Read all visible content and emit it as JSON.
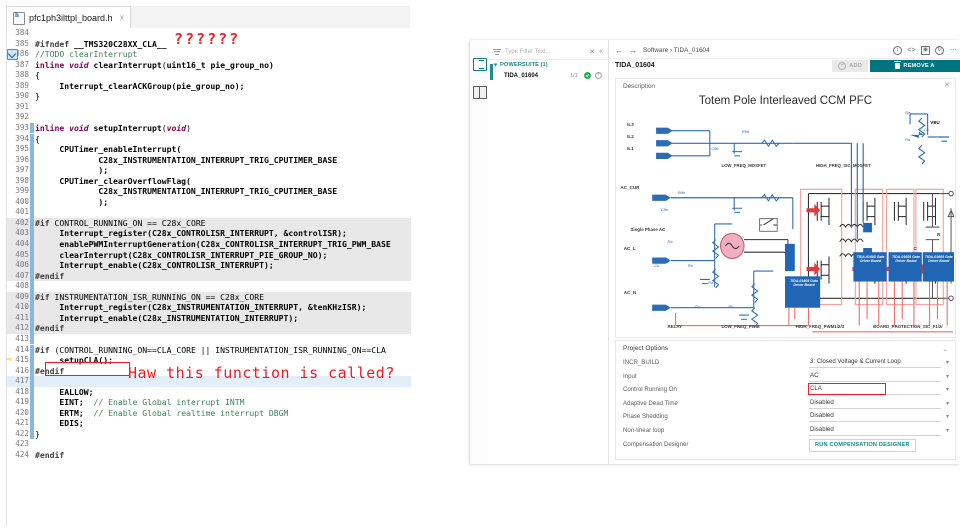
{
  "editor": {
    "tab": {
      "filename": "pfc1ph3ilttpl_board.h",
      "close_glyph": "☓",
      "icon": "h-file-icon"
    },
    "first_line_number": 384,
    "lines": [
      {
        "n": 384,
        "segs": []
      },
      {
        "n": 385,
        "segs": [
          {
            "t": "#ifndef ",
            "c": "pp"
          },
          {
            "t": "__TMS320C28XX_CLA__",
            "c": "bd"
          }
        ]
      },
      {
        "n": 386,
        "segs": [
          {
            "t": "//TODO clearInterrupt",
            "c": "cm"
          }
        ],
        "marker": "todo"
      },
      {
        "n": 387,
        "segs": [
          {
            "t": "inline ",
            "c": "kw"
          },
          {
            "t": "void ",
            "c": "tp"
          },
          {
            "t": "clearInterrupt",
            "c": "bd"
          },
          {
            "t": "(",
            "c": "plain"
          },
          {
            "t": "uint16_t",
            "c": "bd"
          },
          {
            "t": " pie_group_no)",
            "c": "bd"
          }
        ]
      },
      {
        "n": 388,
        "segs": [
          {
            "t": "{",
            "c": "plain"
          }
        ]
      },
      {
        "n": 389,
        "segs": [
          {
            "t": "     Interrupt_clearACKGroup(pie_group_no);",
            "c": "bd"
          }
        ]
      },
      {
        "n": 390,
        "segs": [
          {
            "t": "}",
            "c": "plain"
          }
        ]
      },
      {
        "n": 391,
        "segs": []
      },
      {
        "n": 392,
        "segs": []
      },
      {
        "n": 393,
        "segs": [
          {
            "t": "inline ",
            "c": "kw"
          },
          {
            "t": "void ",
            "c": "tp"
          },
          {
            "t": "setupInterrupt",
            "c": "bd"
          },
          {
            "t": "(",
            "c": "plain"
          },
          {
            "t": "void",
            "c": "tp"
          },
          {
            "t": ")",
            "c": "plain"
          }
        ],
        "bar": true
      },
      {
        "n": 394,
        "segs": [
          {
            "t": "{",
            "c": "plain"
          }
        ],
        "bar": true
      },
      {
        "n": 395,
        "segs": [
          {
            "t": "     CPUTimer_enableInterrupt(",
            "c": "bd"
          }
        ],
        "bar": true
      },
      {
        "n": 396,
        "segs": [
          {
            "t": "             C28x_INSTRUMENTATION_INTERRUPT_TRIG_CPUTIMER_BASE",
            "c": "bd"
          }
        ],
        "bar": true
      },
      {
        "n": 397,
        "segs": [
          {
            "t": "             );",
            "c": "bd"
          }
        ],
        "bar": true
      },
      {
        "n": 398,
        "segs": [
          {
            "t": "     CPUTimer_clearOverflowFlag(",
            "c": "bd"
          }
        ],
        "bar": true
      },
      {
        "n": 399,
        "segs": [
          {
            "t": "             C28x_INSTRUMENTATION_INTERRUPT_TRIG_CPUTIMER_BASE",
            "c": "bd"
          }
        ],
        "bar": true
      },
      {
        "n": 400,
        "segs": [
          {
            "t": "             );",
            "c": "bd"
          }
        ],
        "bar": true
      },
      {
        "n": 401,
        "segs": [],
        "bar": true
      },
      {
        "n": 402,
        "segs": [
          {
            "t": "#if ",
            "c": "pp"
          },
          {
            "t": "CONTROL_RUNNING_ON == C28x_CORE",
            "c": "plain"
          }
        ],
        "bar": true,
        "hl": "gray"
      },
      {
        "n": 403,
        "segs": [
          {
            "t": "     Interrupt_register(C28x_CONTROLISR_INTERRUPT, &controlISR);",
            "c": "bd"
          }
        ],
        "bar": true,
        "hl": "gray"
      },
      {
        "n": 404,
        "segs": [
          {
            "t": "     enablePWMInterruptGeneration(C28x_CONTROLISR_INTERRUPT_TRIG_PWM_BASE",
            "c": "bd"
          }
        ],
        "bar": true,
        "hl": "gray"
      },
      {
        "n": 405,
        "segs": [
          {
            "t": "     clearInterrupt(C28x_CONTROLISR_INTERRUPT_PIE_GROUP_NO);",
            "c": "bd"
          }
        ],
        "bar": true,
        "hl": "gray"
      },
      {
        "n": 406,
        "segs": [
          {
            "t": "     Interrupt_enable(C28x_CONTROLISR_INTERRUPT);",
            "c": "bd"
          }
        ],
        "bar": true,
        "hl": "gray"
      },
      {
        "n": 407,
        "segs": [
          {
            "t": "#endif",
            "c": "pp"
          }
        ],
        "bar": true,
        "hl": "gray"
      },
      {
        "n": 408,
        "segs": [],
        "bar": true
      },
      {
        "n": 409,
        "segs": [
          {
            "t": "#if ",
            "c": "pp"
          },
          {
            "t": "INSTRUMENTATION_ISR_RUNNING_ON == C28x_CORE",
            "c": "plain"
          }
        ],
        "bar": true,
        "hl": "gray"
      },
      {
        "n": 410,
        "segs": [
          {
            "t": "     Interrupt_register(C28x_INSTRUMENTATION_INTERRUPT, &tenKHzISR);",
            "c": "bd"
          }
        ],
        "bar": true,
        "hl": "gray"
      },
      {
        "n": 411,
        "segs": [
          {
            "t": "     Interrupt_enable(C28x_INSTRUMENTATION_INTERRUPT);",
            "c": "bd"
          }
        ],
        "bar": true,
        "hl": "gray"
      },
      {
        "n": 412,
        "segs": [
          {
            "t": "#endif",
            "c": "pp"
          }
        ],
        "bar": true,
        "hl": "gray"
      },
      {
        "n": 413,
        "segs": [],
        "bar": true
      },
      {
        "n": 414,
        "segs": [
          {
            "t": "#if ",
            "c": "pp"
          },
          {
            "t": "(CONTROL_RUNNING_ON==CLA_CORE || INSTRUMENTATION_ISR_RUNNING_ON==CLA",
            "c": "plain"
          }
        ],
        "bar": true
      },
      {
        "n": 415,
        "segs": [
          {
            "t": "     setupCLA();",
            "c": "bd"
          }
        ],
        "bar": true,
        "marker": "arrow"
      },
      {
        "n": 416,
        "segs": [
          {
            "t": "#endif",
            "c": "pp"
          }
        ],
        "bar": true
      },
      {
        "n": 417,
        "segs": [],
        "bar": true,
        "hl": "blue"
      },
      {
        "n": 418,
        "segs": [
          {
            "t": "     EALLOW;",
            "c": "bd"
          }
        ],
        "bar": true
      },
      {
        "n": 419,
        "segs": [
          {
            "t": "     EINT;  ",
            "c": "bd"
          },
          {
            "t": "// Enable Global interrupt INTM",
            "c": "cm"
          }
        ],
        "bar": true
      },
      {
        "n": 420,
        "segs": [
          {
            "t": "     ERTM;  ",
            "c": "bd"
          },
          {
            "t": "// Enable Global realtime interrupt DBGM",
            "c": "cm"
          }
        ],
        "bar": true
      },
      {
        "n": 421,
        "segs": [
          {
            "t": "     EDIS;",
            "c": "bd"
          }
        ],
        "bar": true
      },
      {
        "n": 422,
        "segs": [
          {
            "t": "}",
            "c": "plain"
          }
        ],
        "bar": true
      },
      {
        "n": 423,
        "segs": []
      },
      {
        "n": 424,
        "segs": [
          {
            "t": "#endif",
            "c": "pp"
          }
        ]
      }
    ],
    "annotations": {
      "question_marks": "??????",
      "callout_text": "Haw this function is called?"
    }
  },
  "gui": {
    "rail": {
      "items": [
        "list-view-icon",
        "book-view-icon"
      ]
    },
    "tree": {
      "filter_placeholder": "Type Filter Text...",
      "clear_glyph": "✕",
      "collapse_glyph": "«",
      "root_label": "POWERSUITE (1)",
      "child_label": "TIDA_01604",
      "child_count": "1/1",
      "status": "ok",
      "add_glyph": "+"
    },
    "breadcrumb": {
      "back_glyph": "←",
      "forward_glyph": "→",
      "path": "Software › TIDA_01604"
    },
    "top_icons": [
      "info-icon",
      "code-icon",
      "settings-icon",
      "history-icon",
      "more-icon"
    ],
    "project": {
      "title": "TIDA_01604",
      "add_label": "ADD",
      "remove_label": "REMOVE A"
    },
    "description_panel": {
      "label": "Description",
      "close_glyph": "✕"
    },
    "diagram": {
      "title": "Totem Pole Interleaved CCM PFC",
      "signal_labels": [
        "IL3",
        "IL2",
        "IL1",
        "AC_CUR",
        "AC_L",
        "AC_N"
      ],
      "source_label": "Single Phase AC",
      "section_labels": [
        "LOW_FREQ_MOSFET",
        "HIGH_FREQ_SIC_MOSFET"
      ],
      "output_label": "VBU",
      "load_label": "R",
      "cap_label": "C",
      "passives": [
        "Rfltr",
        "Cfltr",
        "Ra",
        "Rb",
        "Cb"
      ],
      "board_blocks": [
        "TIDA-01605 Gate Driver Board",
        "TIDA-01605 Gate Driver Board",
        "TIDA-01605 Gate Driver Board",
        "TIDA-01605 Gate Driver Board"
      ],
      "bottom_labels": [
        "RELAY",
        "LOW_FREQ_PWM",
        "HIGH_FREQ_PWM1/2/3",
        "BOARD_PROTECTION_SIC_F1/2/"
      ],
      "colors": {
        "wire_blue": "#2e6db4",
        "wire_red": "#ef6a6a",
        "block_blue": "#2066b4",
        "source_pink": "#f0a0b4"
      }
    },
    "project_options": {
      "header": "Project Options",
      "chevron": "⌄",
      "rows": [
        {
          "label": "INCR_BUILD",
          "value": "3: Closed Voltage & Current Loop",
          "type": "select"
        },
        {
          "label": "Input",
          "value": "AC",
          "type": "select"
        },
        {
          "label": "Control Running On",
          "value": "CLA",
          "type": "select",
          "highlight": true
        },
        {
          "label": "Adaptive Dead Time",
          "value": "Disabled",
          "type": "select"
        },
        {
          "label": "Phase Shedding",
          "value": "Disabled",
          "type": "select"
        },
        {
          "label": "Non-linear loop",
          "value": "Disabled",
          "type": "select"
        },
        {
          "label": "Compensation Designer",
          "value": "RUN COMPENSATION DESIGNER",
          "type": "button"
        }
      ]
    },
    "colors": {
      "teal": "#00757f",
      "accent_green": "#22b14c",
      "highlight_red": "#ee1c24"
    }
  }
}
